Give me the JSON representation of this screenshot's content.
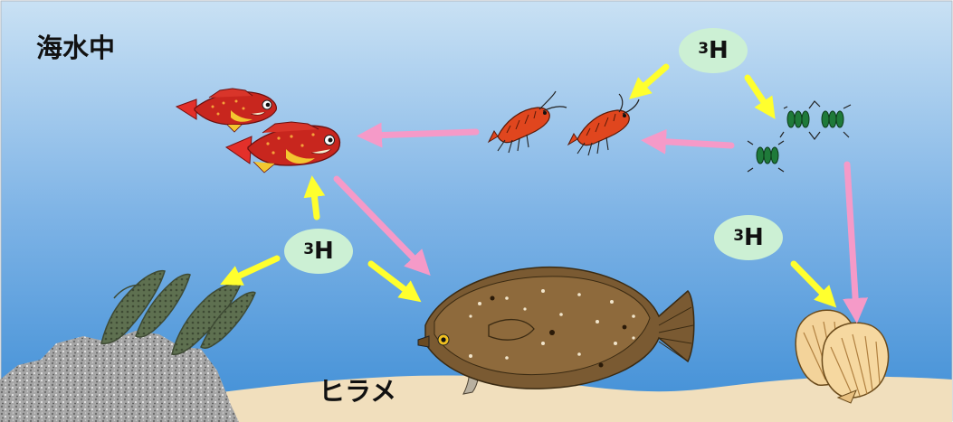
{
  "scene": {
    "label_seawater": "海水中",
    "label_flounder": "ヒラメ"
  },
  "tritium": [
    {
      "sup": "3",
      "sym": "H"
    },
    {
      "sup": "3",
      "sym": "H"
    },
    {
      "sup": "3",
      "sym": "H"
    }
  ],
  "colors": {
    "water_top": "#c9e1f4",
    "water_bottom": "#3f8ed6",
    "sand": "#f1dfbd",
    "feeding_arrow": "#f59ac8",
    "uptake_arrow": "#ffff2e",
    "tritium_bubble": "#ccf0d4"
  },
  "icons": [
    "red-fish-icon",
    "shrimp-icon",
    "plankton-icon",
    "seaweed-icon",
    "flounder-icon",
    "scallop-icon",
    "rock-icon"
  ]
}
